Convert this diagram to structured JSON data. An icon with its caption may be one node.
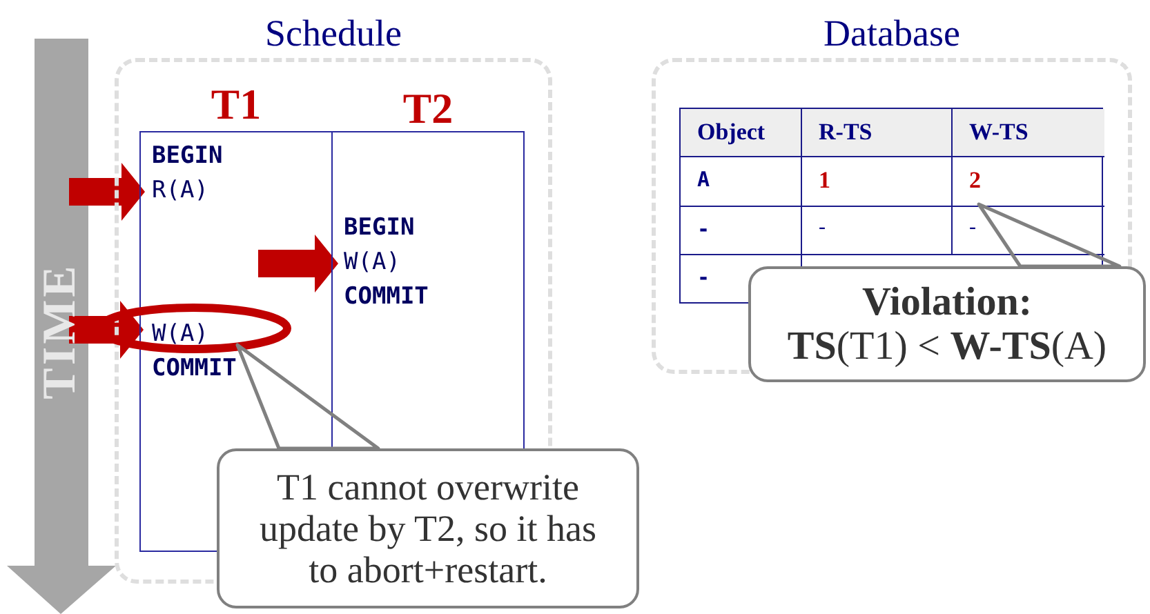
{
  "diagram": {
    "nodes": [
      {
        "text": [
          "Schedule"
        ]
      },
      {
        "text": [
          "T1"
        ],
        "in": 0
      },
      {
        "text": [
          "T2"
        ],
        "in": 0
      },
      {
        "text": [
          "BEGIN",
          "R(A)"
        ],
        "in": 1
      },
      {
        "text": [
          "W(A)",
          "COMMIT"
        ],
        "in": 1
      },
      {
        "text": [
          "BEGIN",
          "W(A)",
          "COMMIT"
        ],
        "in": 2
      },
      {
        "text": [
          "Database"
        ]
      },
      {
        "text": [],
        "shape": "box",
        "in": 6
      },
      {
        "text": [
          "Object"
        ],
        "in": 7
      },
      {
        "text": [
          "R-TS"
        ],
        "in": 7
      },
      {
        "text": [
          "W-TS"
        ],
        "in": 7
      },
      {
        "text": [
          "A"
        ],
        "in": 7
      },
      {
        "text": [
          "1"
        ],
        "in": 7
      },
      {
        "text": [
          "2"
        ],
        "in": 7
      },
      {
        "text": [
          "-"
        ],
        "in": 7
      },
      {
        "text": [
          "-"
        ],
        "in": 7
      },
      {
        "text": [
          "-"
        ],
        "in": 7
      },
      {
        "text": [
          "-"
        ],
        "in": 7
      },
      {
        "text": [
          "T1 cannot overwrite update by T2, so it has to abort+restart."
        ]
      },
      {
        "text": [
          "Violation:",
          "**TS**(T1) < **W-TS**(A)"
        ]
      }
    ],
    "edges": [
      {
        "from": 18,
        "to": 4,
        "arrow": "none"
      },
      {
        "from": 19,
        "to": 13,
        "arrow": "none"
      }
    ],
    "labels": [
      "TIME"
    ]
  }
}
